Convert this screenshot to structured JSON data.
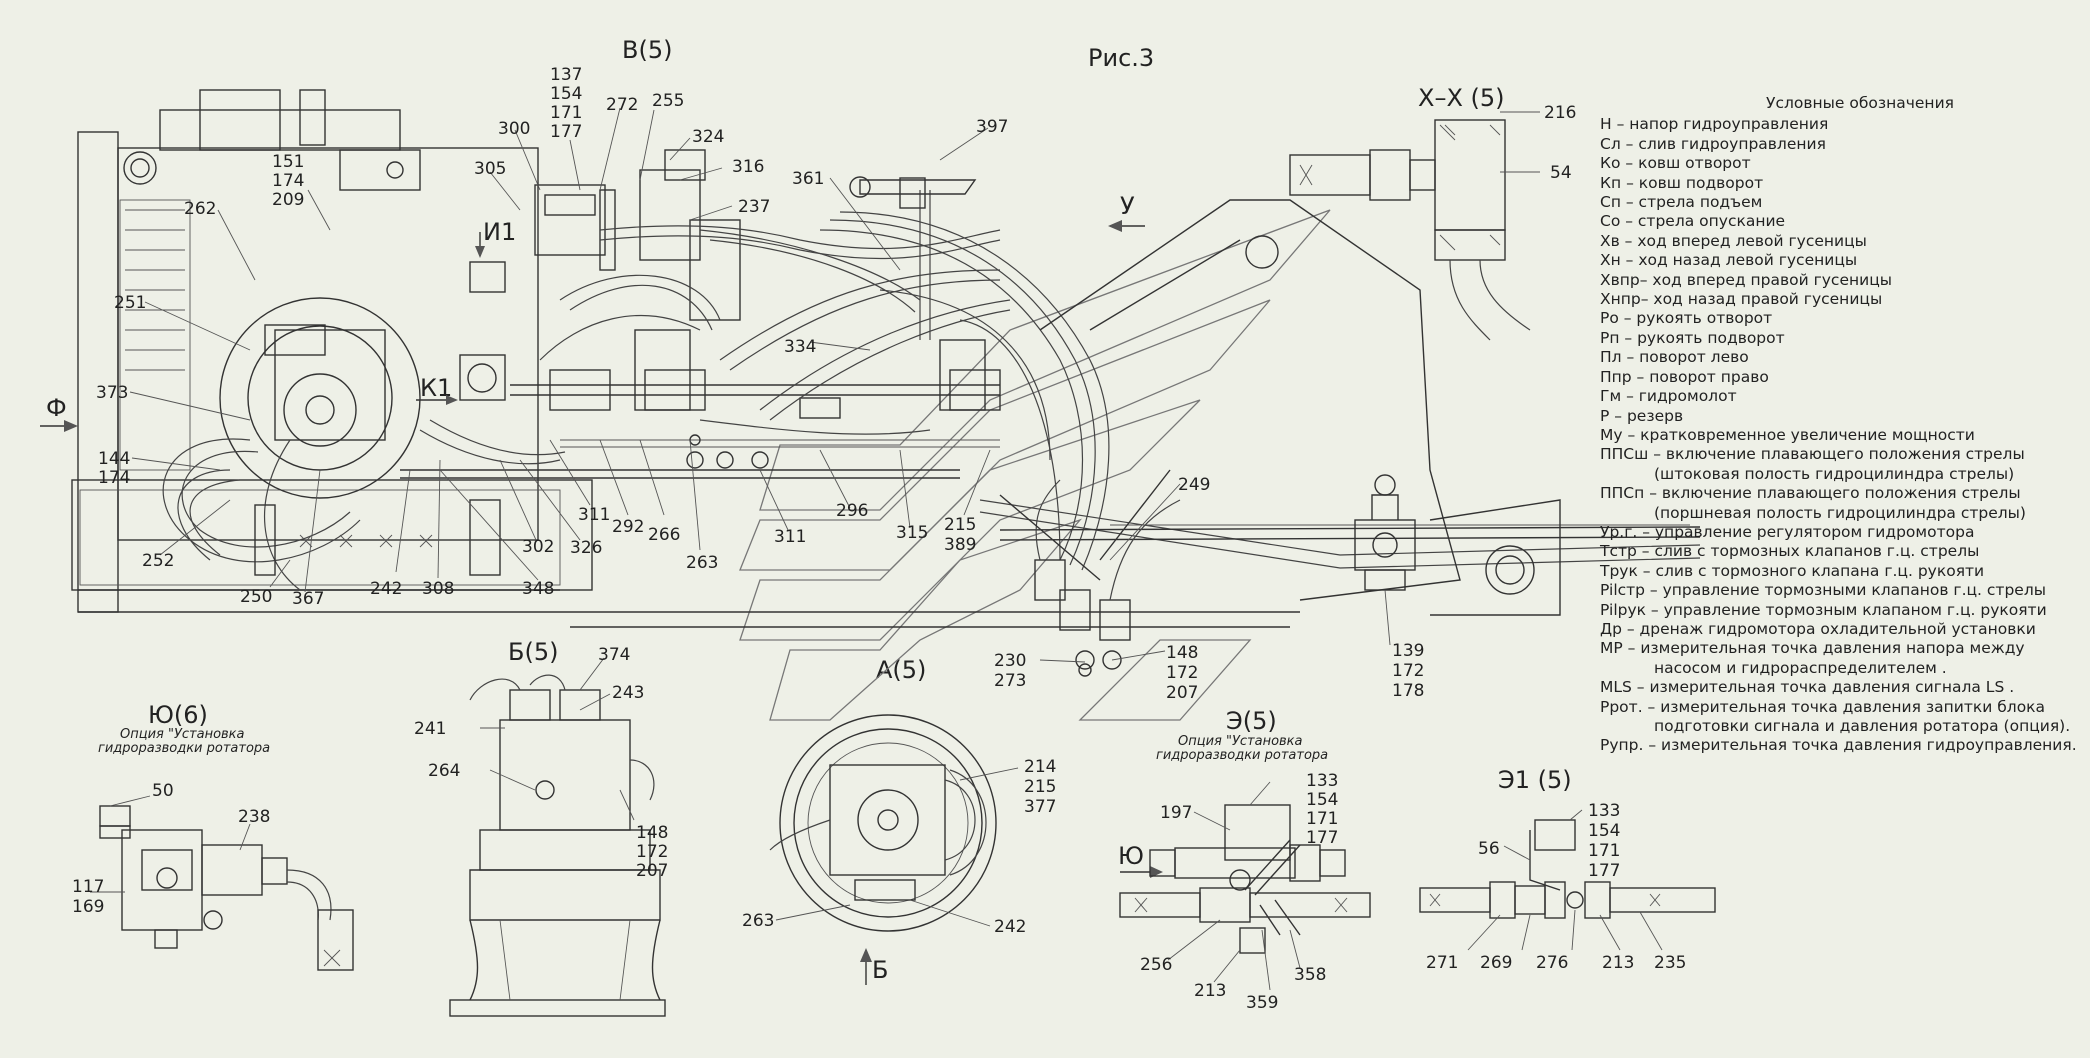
{
  "figure_title": "Рис.3",
  "views": {
    "v": "В(5)",
    "xx": "Х–Х (5)",
    "b": "Б(5)",
    "a": "А(5)",
    "yu": "Ю(6)",
    "e": "Э(5)",
    "e1": "Э1 (5)"
  },
  "option_notes": {
    "yu_line1": "Опция \"Установка",
    "yu_line2": "гидроразводки ротатора",
    "e_line1": "Опция \"Установка",
    "e_line2": "гидроразводки ротатора"
  },
  "arrows": {
    "u": "У",
    "f": "Ф",
    "i1": "И1",
    "k1": "К1",
    "yu": "Ю",
    "b": "Б"
  },
  "callouts_main": {
    "c137": "137",
    "c154": "154",
    "c171": "171",
    "c177": "177",
    "c272": "272",
    "c255": "255",
    "c324": "324",
    "c316": "316",
    "c237": "237",
    "c300": "300",
    "c305": "305",
    "c151": "151",
    "c174a": "174",
    "c209": "209",
    "c262": "262",
    "c251": "251",
    "c373": "373",
    "c144": "144",
    "c174b": "174",
    "c252": "252",
    "c250": "250",
    "c367": "367",
    "c242": "242",
    "c308": "308",
    "c348": "348",
    "c302": "302",
    "c326": "326",
    "c311a": "311",
    "c292": "292",
    "c266": "266",
    "c263": "263",
    "c311b": "311",
    "c296": "296",
    "c315": "315",
    "c215": "215",
    "c389": "389",
    "c334": "334",
    "c361": "361",
    "c397": "397",
    "c249": "249",
    "c230": "230",
    "c273": "273",
    "c148": "148",
    "c172": "172",
    "c207": "207",
    "c139": "139",
    "c172b": "172",
    "c178": "178",
    "c216": "216",
    "c54": "54"
  },
  "callouts_b": {
    "c374": "374",
    "c243": "243",
    "c241": "241",
    "c264": "264",
    "c148": "148",
    "c172": "172",
    "c207": "207"
  },
  "callouts_a": {
    "c214": "214",
    "c215": "215",
    "c377": "377",
    "c263": "263",
    "c242": "242"
  },
  "callouts_yu": {
    "c50": "50",
    "c238": "238",
    "c117": "117",
    "c169": "169"
  },
  "callouts_e": {
    "c133": "133",
    "c154": "154",
    "c171": "171",
    "c177": "177",
    "c197": "197",
    "c256": "256",
    "c213": "213",
    "c359": "359",
    "c358": "358"
  },
  "callouts_e1": {
    "c133": "133",
    "c154": "154",
    "c171": "171",
    "c177": "177",
    "c56": "56",
    "c271": "271",
    "c269": "269",
    "c276": "276",
    "c213": "213",
    "c235": "235"
  },
  "legend": {
    "title": "Условные обозначения",
    "rows": [
      {
        "text": "Н – напор гидроуправления",
        "indent": false
      },
      {
        "text": "Сл – слив гидроуправления",
        "indent": false
      },
      {
        "text": "Ко – ковш отворот",
        "indent": false
      },
      {
        "text": "Кп – ковш подворот",
        "indent": false
      },
      {
        "text": "Сп – стрела подъем",
        "indent": false
      },
      {
        "text": "Со – стрела опускание",
        "indent": false
      },
      {
        "text": "Хв – ход вперед левой гусеницы",
        "indent": false
      },
      {
        "text": "Хн – ход назад левой гусеницы",
        "indent": false
      },
      {
        "text": "Хвпр– ход вперед правой гусеницы",
        "indent": false
      },
      {
        "text": "Хнпр– ход назад правой гусеницы",
        "indent": false
      },
      {
        "text": "Ро – рукоять отворот",
        "indent": false
      },
      {
        "text": "Рп – рукоять подворот",
        "indent": false
      },
      {
        "text": "Пл – поворот лево",
        "indent": false
      },
      {
        "text": "Ппр – поворот право",
        "indent": false
      },
      {
        "text": "Гм – гидромолот",
        "indent": false
      },
      {
        "text": "Р – резерв",
        "indent": false
      },
      {
        "text": "Му – кратковременное увеличение мощности",
        "indent": false
      },
      {
        "text": "ППСш – включение плавающего положения стрелы",
        "indent": false
      },
      {
        "text": "(штоковая полость гидроцилиндра стрелы)",
        "indent": true
      },
      {
        "text": "ППСп – включение плавающего положения стрелы",
        "indent": false
      },
      {
        "text": "(поршневая полость гидроцилиндра стрелы)",
        "indent": true
      },
      {
        "text": "Ур.г. – управление регулятором гидромотора",
        "indent": false
      },
      {
        "text": "Тстр – слив с тормозных клапанов г.ц. стрелы",
        "indent": false
      },
      {
        "text": "Трук – слив с тормозного клапана г.ц. рукояти",
        "indent": false
      },
      {
        "text": "Pilстр – управление тормозными клапанов г.ц. стрелы",
        "indent": false
      },
      {
        "text": "Pilрук – управление тормозным клапаном г.ц. рукояти",
        "indent": false
      },
      {
        "text": "Др – дренаж гидромотора охладительной установки",
        "indent": false
      },
      {
        "text": "МР – измерительная точка давления напора между",
        "indent": false
      },
      {
        "text": "насосом и гидрораспределителем .",
        "indent": true
      },
      {
        "text": "MLS – измерительная точка давления сигнала LS .",
        "indent": false
      },
      {
        "text": "Ррот. – измерительная точка давления запитки блока",
        "indent": false
      },
      {
        "text": "подготовки сигнала и давления ротатора (опция).",
        "indent": true
      },
      {
        "text": "Рупр. – измерительная точка давления гидроуправления.",
        "indent": false
      }
    ]
  }
}
